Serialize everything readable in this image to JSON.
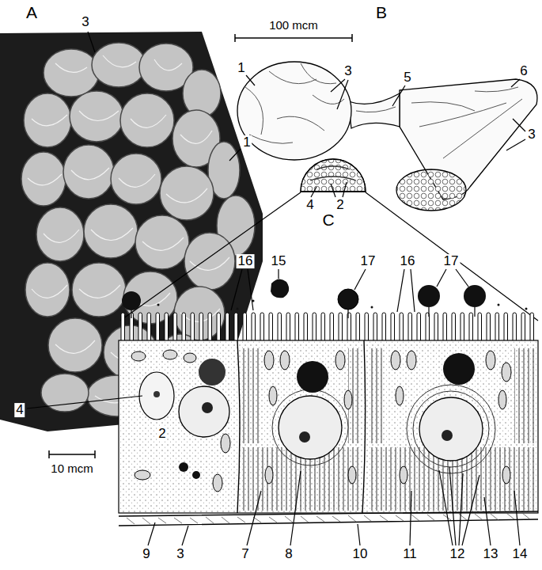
{
  "diagram": {
    "labels": [
      "A",
      "B",
      "100 mcm",
      "3",
      "1",
      "2",
      "10 mcm",
      "1",
      "3",
      "5",
      "6",
      "3",
      "4",
      "2",
      "C",
      "16",
      "15",
      "17",
      "16",
      "17",
      "4",
      "9",
      "3",
      "7",
      "8",
      "10",
      "11",
      "12",
      "13",
      "14"
    ]
  }
}
